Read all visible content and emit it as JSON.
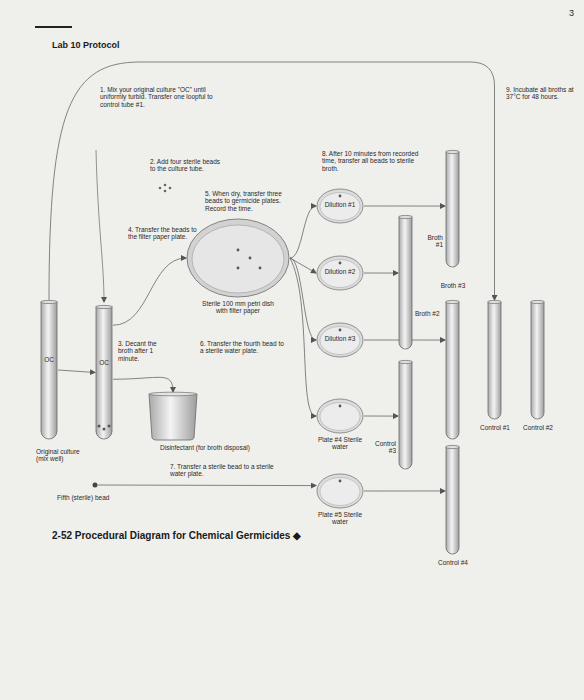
{
  "diagram": {
    "title": "Lab 10 Protocol",
    "caption": "2-52 Procedural Diagram for Chemical Germicides ◆",
    "nodes": [
      {
        "text": [
          "OC",
          "Original culture (mix well)"
        ]
      },
      {
        "text": [
          "OC"
        ]
      },
      {
        "text": [
          "Disinfectant (for broth disposal)"
        ]
      },
      {
        "text": [
          "Sterile 100 mm petri dish with filter paper"
        ]
      },
      {
        "text": [
          "Dilution #1"
        ]
      },
      {
        "text": [
          "Dilution #2"
        ]
      },
      {
        "text": [
          "Dilution #3"
        ]
      },
      {
        "text": [
          "Plate #4 Sterile water"
        ]
      },
      {
        "text": [
          "Fifth (sterile) bead"
        ]
      },
      {
        "text": [
          "Plate #5 Sterile water"
        ]
      },
      {
        "text": [
          "Broth #1"
        ]
      },
      {
        "text": [
          "Broth #2"
        ]
      },
      {
        "text": [
          "Broth #3"
        ]
      },
      {
        "text": [
          "Control #1"
        ]
      },
      {
        "text": [
          "Control #2"
        ]
      },
      {
        "text": [
          "Control #3"
        ]
      },
      {
        "text": [
          "Control #4"
        ]
      }
    ],
    "edges": [
      {
        "from": 0,
        "to": 1,
        "arrow": "to"
      },
      {
        "from": 0,
        "to": 13,
        "arrow": "to"
      },
      {
        "from": 1,
        "to": 2,
        "arrow": "to"
      },
      {
        "from": 1,
        "to": 3,
        "arrow": "to"
      },
      {
        "from": 3,
        "to": 4,
        "arrow": "to"
      },
      {
        "from": 3,
        "to": 5,
        "arrow": "to"
      },
      {
        "from": 3,
        "to": 6,
        "arrow": "to"
      },
      {
        "from": 3,
        "to": 7,
        "arrow": "to"
      },
      {
        "from": 8,
        "to": 9,
        "arrow": "to"
      },
      {
        "from": 4,
        "to": 10,
        "arrow": "to"
      },
      {
        "from": 5,
        "to": 11,
        "arrow": "to"
      },
      {
        "from": 6,
        "to": 12,
        "arrow": "to"
      },
      {
        "from": 7,
        "to": 15,
        "arrow": "to"
      },
      {
        "from": 9,
        "to": 16,
        "arrow": "to"
      }
    ],
    "labels": [
      "3",
      "1. Mix your original culture \"OC\" until uniformly turbid. Transfer one loopful to control tube #1.",
      "2. Add four sterile beads to the culture tube.",
      "3. Decant the broth after 1 minute.",
      "4. Transfer the beads to the filter paper plate.",
      "5. When dry, transfer three beads to germicide plates. Record the time.",
      "6. Transfer the fourth bead to a sterile water plate.",
      "7. Transfer a sterile bead to a sterile water plate.",
      "8. After 10 minutes from recorded time, transfer all beads to sterile broth.",
      "9. Incubate all broths at 37°C for 48 hours."
    ]
  }
}
